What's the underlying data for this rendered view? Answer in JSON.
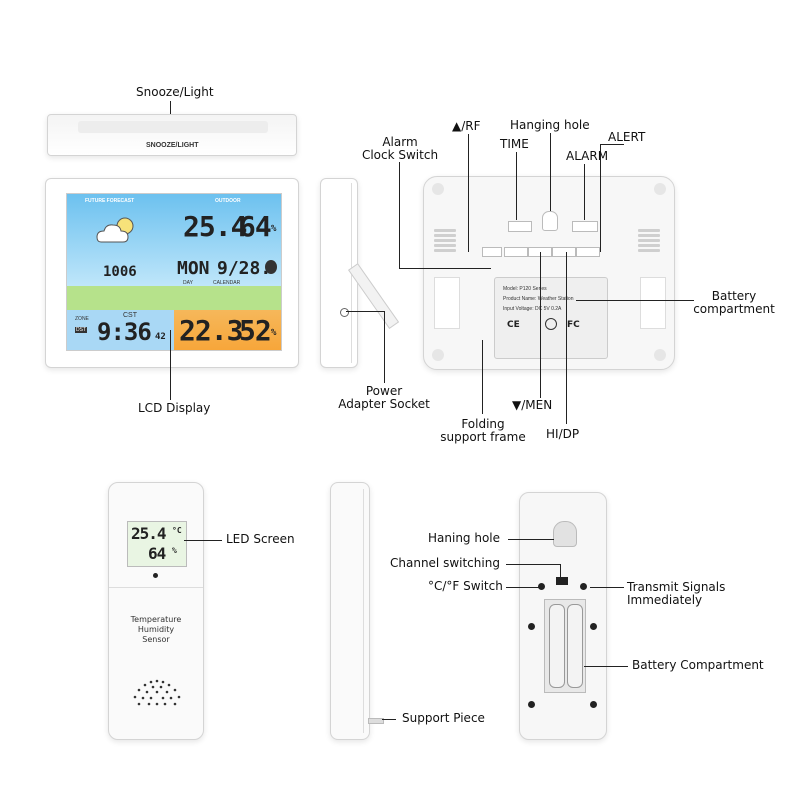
{
  "labels": {
    "snooze_light": "Snooze/Light",
    "snooze_light_printed": "SNOOZE/LIGHT",
    "lcd_display": "LCD Display",
    "alarm_clock_switch_1": "Alarm",
    "alarm_clock_switch_2": "Clock Switch",
    "up_rf": "▲/RF",
    "hanging_hole": "Hanging hole",
    "time": "TIME",
    "alarm": "ALARM",
    "alert": "ALERT",
    "battery_compartment_1": "Battery",
    "battery_compartment_2": "compartment",
    "power_adapter_1": "Power",
    "power_adapter_2": "Adapter Socket",
    "down_men": "▼/MEN",
    "folding_1": "Folding",
    "folding_2": "support frame",
    "hi_dp": "HI/DP",
    "led_screen": "LED Screen",
    "haning_hole": "Haning hole",
    "channel_switching": "Channel switching",
    "cf_switch": "°C/°F Switch",
    "transmit_1": "Transmit Signals",
    "transmit_2": "Immediately",
    "battery_compartment_sensor": "Battery Compartment",
    "support_piece": "Support Piece"
  },
  "lcd": {
    "future_forecast": "FUTURE FORECAST",
    "outdoor": "OUTDOOR",
    "outdoor_temp": "25.4",
    "outdoor_humidity": "64",
    "humidity_unit": "%",
    "date": "1006",
    "day": "MON",
    "day_label": "DAY",
    "calendar_date": "9/28.",
    "calendar_label": "CALENDAR",
    "zone": "ZONE",
    "cst": "CST",
    "dst": "DST",
    "time": "9:36",
    "seconds": "42",
    "indoor_temp": "22.3",
    "indoor_humidity": "52"
  },
  "back_label": {
    "model": "Model: P120 Series",
    "product": "Product Name: Weather Station",
    "input": "Input Voltage: DC 5V 0.2A",
    "ce": "CE",
    "fc": "FC"
  },
  "sensor": {
    "temp": "25.4",
    "temp_unit": "°C",
    "humidity": "64",
    "humidity_unit": "%",
    "label_line1": "Temperature",
    "label_line2": "Humidity",
    "label_line3": "Sensor"
  },
  "colors": {
    "lcd_sky": "#8fd0f3",
    "lcd_grass": "#b6e28b",
    "lcd_orange": "#f7b24a",
    "lcd_blue": "#a9d8f5"
  }
}
